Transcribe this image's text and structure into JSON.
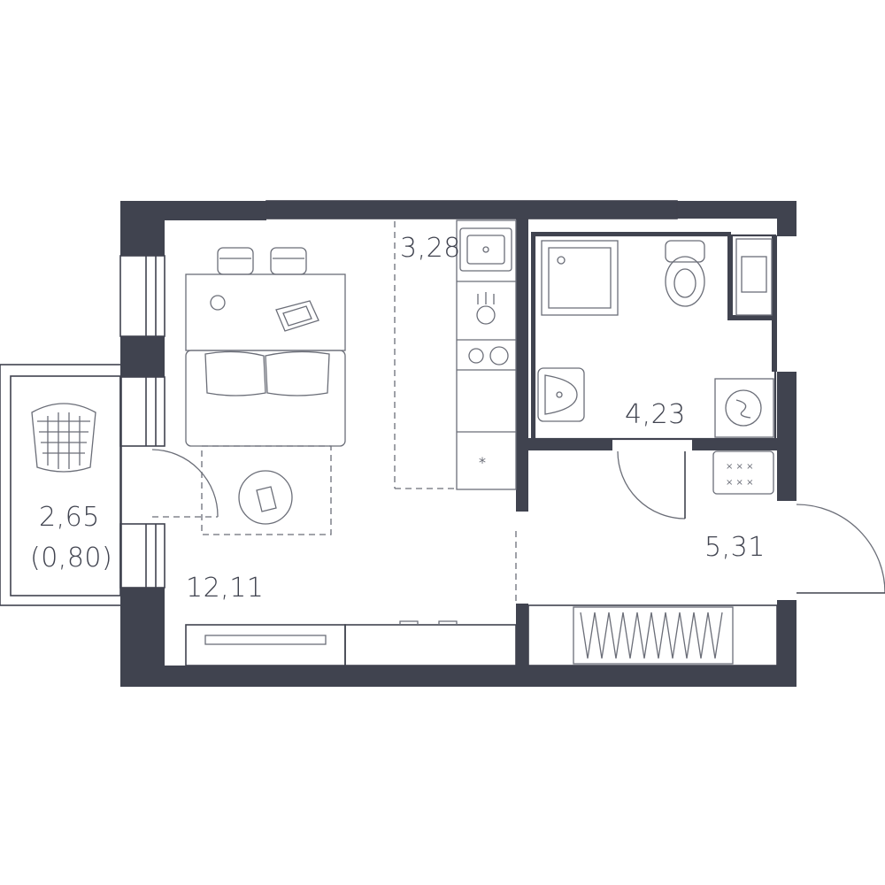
{
  "plan": {
    "rooms": {
      "living": {
        "area": "12,11"
      },
      "kitchen": {
        "area": "3,28"
      },
      "bathroom": {
        "area": "4,23"
      },
      "hall": {
        "area": "5,31"
      },
      "balcony": {
        "area": "2,65",
        "area_reduced": "(0,80)"
      }
    },
    "colors": {
      "wall": "#40434f",
      "furniture_line": "#6b6e78",
      "background": "#ffffff"
    }
  }
}
